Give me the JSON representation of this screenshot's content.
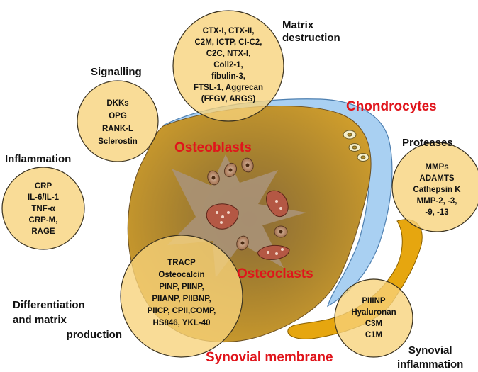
{
  "categories": {
    "matrix_destruction": [
      "Matrix",
      "destruction"
    ],
    "signalling": "Signalling",
    "inflammation": "Inflammation",
    "proteases": "Proteases",
    "differentiation": [
      "Differentiation",
      "and matrix",
      "production"
    ],
    "synovial_inflammation": [
      "Synovial",
      "inflammation"
    ]
  },
  "tissues": {
    "chondrocytes": "Chondrocytes",
    "osteoblasts": "Osteoblasts",
    "osteoclasts": "Osteoclasts",
    "synovial_membrane": "Synovial membrane"
  },
  "bubbles": {
    "matrix_destruction": [
      "CTX-I, CTX-II,",
      "C2M, ICTP, CI-C2,",
      "C2C, NTX-I,",
      "Coll2-1,",
      "fibulin-3,",
      "FTSL-1, Aggrecan",
      "(FFGV, ARGS)"
    ],
    "signalling": [
      "DKKs",
      "OPG",
      "RANK-L",
      "Sclerostin"
    ],
    "inflammation": [
      "CRP",
      "IL-6/IL-1",
      "TNF-α",
      "CRP-M,",
      "RAGE"
    ],
    "proteases": [
      "MMPs",
      "ADAMTS",
      "Cathepsin K",
      "MMP-2, -3,",
      "-9, -13"
    ],
    "differentiation": [
      "TRACP",
      "Osteocalcin",
      "PINP, PIINP,",
      "PIIANP, PIIBNP,",
      "PIICP, CPII,COMP,",
      "HS846, YKL-40"
    ],
    "synovial": [
      "PIIINP",
      "Hyaluronan",
      "C3M",
      "C1M"
    ]
  },
  "colors": {
    "bubble_fill": "#f7d27a",
    "bone_fill": "#c09332",
    "cartilage": "#a8d0f0",
    "synovium": "#e8a400",
    "tissue_label": "#e0141b"
  }
}
